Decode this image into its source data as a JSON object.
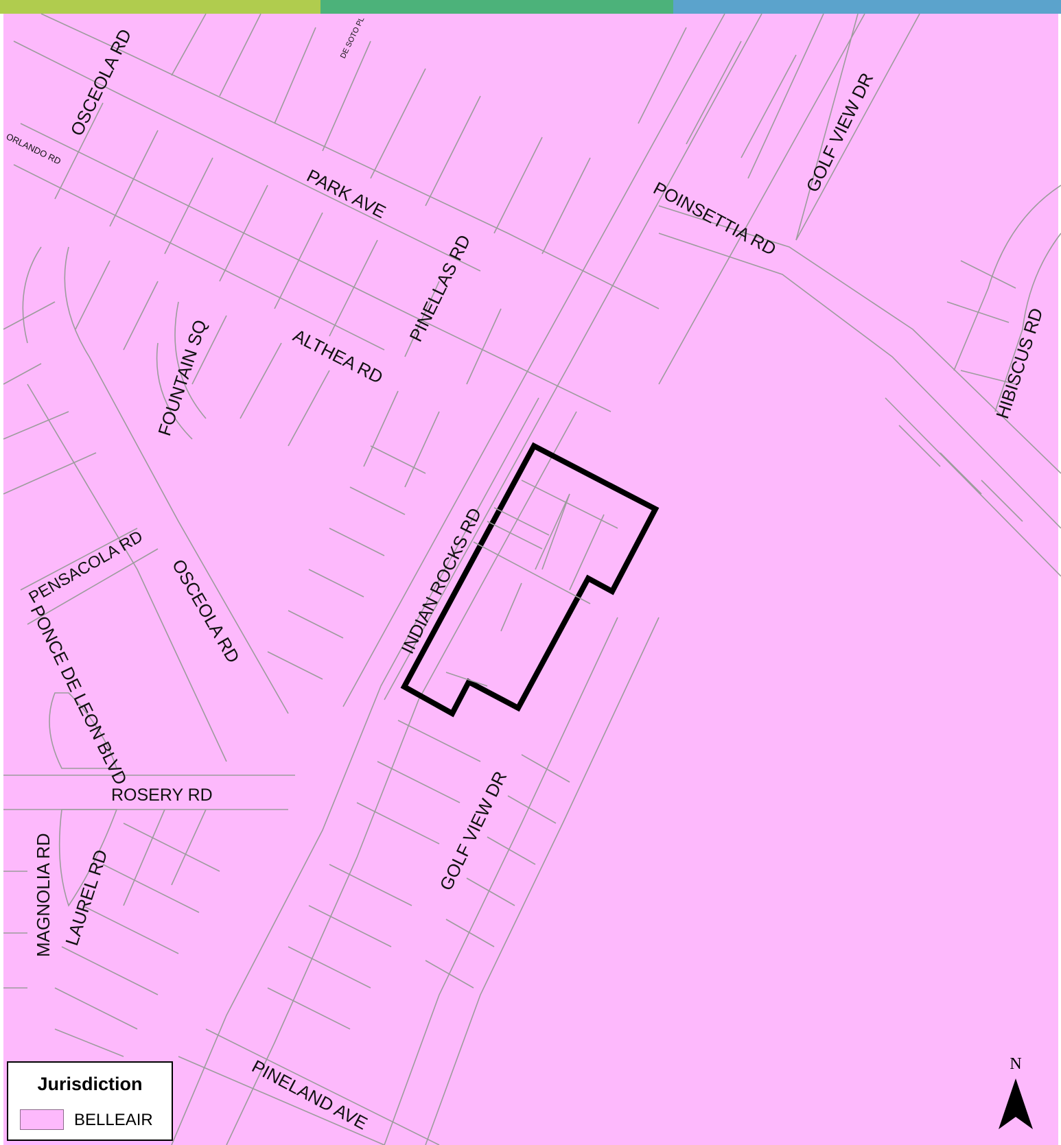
{
  "colors": {
    "belleair_fill": "#FDB9FC",
    "parcel_line": "#9C9C9C",
    "site_outline": "#000000",
    "bar_segments": [
      "#B0CC4E",
      "#4CB27A",
      "#5BA3CC"
    ]
  },
  "streets": [
    {
      "name": "OSCEOLA RD"
    },
    {
      "name": "ORLANDO RD"
    },
    {
      "name": "DE SOTO PL"
    },
    {
      "name": "PARK AVE"
    },
    {
      "name": "POINSETTIA RD"
    },
    {
      "name": "GOLF VIEW DR"
    },
    {
      "name": "PINELLAS RD"
    },
    {
      "name": "ALTHEA RD"
    },
    {
      "name": "FOUNTAIN SQ"
    },
    {
      "name": "HIBISCUS RD"
    },
    {
      "name": "INDIAN ROCKS RD"
    },
    {
      "name": "PENSACOLA RD"
    },
    {
      "name": "OSCEOLA RD"
    },
    {
      "name": "PONCE DE LEON BLVD"
    },
    {
      "name": "ROSERY RD"
    },
    {
      "name": "GOLF VIEW DR"
    },
    {
      "name": "MAGNOLIA RD"
    },
    {
      "name": "LAUREL RD"
    },
    {
      "name": "PINELAND AVE"
    }
  ],
  "legend": {
    "title": "Jurisdiction",
    "items": [
      {
        "label": "BELLEAIR",
        "color": "#FDB9FC"
      }
    ]
  },
  "north_arrow": {
    "label": "N"
  }
}
